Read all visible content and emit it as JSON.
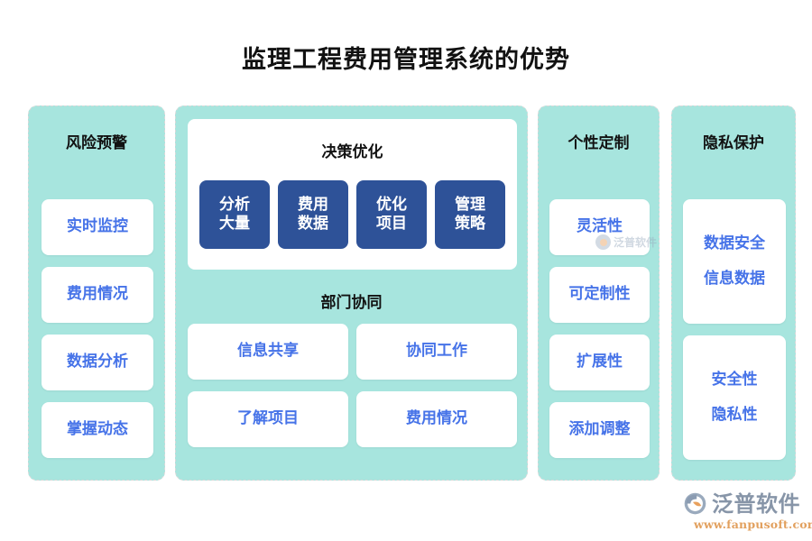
{
  "page": {
    "title": "监理工程费用管理系统的优势",
    "background_color": "#ffffff",
    "panel_color": "#a7e5de",
    "card_text_color": "#4673e8",
    "accent_blue": "#2e5298"
  },
  "columns": {
    "risk": {
      "title": "风险预警",
      "cards": [
        {
          "label": "实时监控"
        },
        {
          "label": "费用情况"
        },
        {
          "label": "数据分析"
        },
        {
          "label": "掌握动态"
        }
      ]
    },
    "decision": {
      "top_card_title": "决策优化",
      "blue_boxes": [
        {
          "line1": "分析",
          "line2": "大量"
        },
        {
          "line1": "费用",
          "line2": "数据"
        },
        {
          "line1": "优化",
          "line2": "项目"
        },
        {
          "line1": "管理",
          "line2": "策略"
        }
      ],
      "section_title": "部门协同",
      "grid_cards": [
        {
          "label": "信息共享"
        },
        {
          "label": "协同工作"
        },
        {
          "label": "了解项目"
        },
        {
          "label": "费用情况"
        }
      ]
    },
    "custom": {
      "title": "个性定制",
      "cards": [
        {
          "label": "灵活性"
        },
        {
          "label": "可定制性"
        },
        {
          "label": "扩展性"
        },
        {
          "label": "添加调整"
        }
      ]
    },
    "privacy": {
      "title": "隐私保护",
      "cards": [
        {
          "line1": "数据安全",
          "line2": "信息数据"
        },
        {
          "line1": "安全性",
          "line2": "隐私性"
        }
      ]
    }
  },
  "watermark": {
    "text": "泛普软件"
  },
  "brand": {
    "name": "泛普软件",
    "url": "www.fanpusoft.com"
  }
}
